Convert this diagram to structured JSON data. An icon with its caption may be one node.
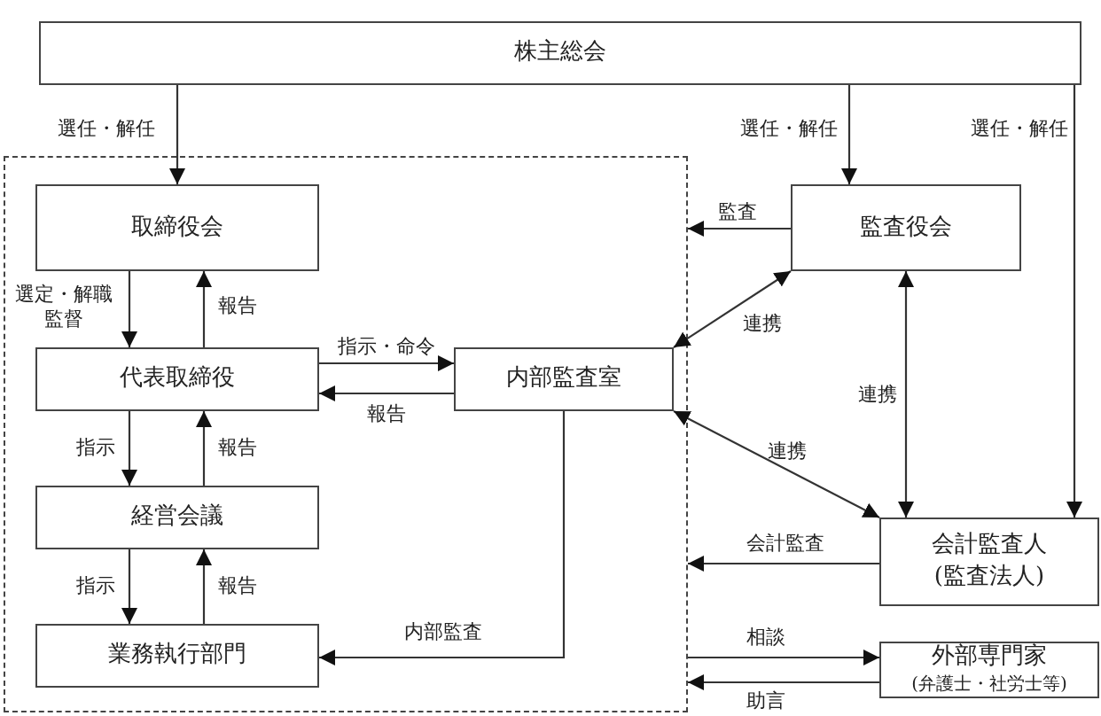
{
  "diagram": {
    "nodes": [
      {
        "text": [
          "株主総会"
        ]
      },
      {
        "text": [],
        "shape": "box"
      },
      {
        "text": [
          "取締役会"
        ],
        "in": 1
      },
      {
        "text": [
          "代表取締役"
        ],
        "in": 1
      },
      {
        "text": [
          "内部監査室"
        ],
        "in": 1
      },
      {
        "text": [
          "経営会議"
        ],
        "in": 1
      },
      {
        "text": [
          "業務執行部門"
        ],
        "in": 1
      },
      {
        "text": [
          "監査役会"
        ]
      },
      {
        "text": [
          "会計監査人",
          "(監査法人)"
        ]
      },
      {
        "text": [
          "外部専門家",
          "(弁護士・社労士等)"
        ]
      }
    ],
    "edges": [
      {
        "from": 0,
        "to": 2,
        "arrow": "to",
        "label": "選任・解任"
      },
      {
        "from": 0,
        "to": 7,
        "arrow": "to",
        "label": "選任・解任"
      },
      {
        "from": 0,
        "to": 8,
        "arrow": "to",
        "label": "選任・解任"
      },
      {
        "from": 2,
        "to": 3,
        "arrow": "to",
        "label": "選定・解職監督"
      },
      {
        "from": 3,
        "to": 2,
        "arrow": "to",
        "label": "報告"
      },
      {
        "from": 3,
        "to": 4,
        "arrow": "to",
        "label": "指示・命令"
      },
      {
        "from": 4,
        "to": 3,
        "arrow": "to",
        "label": "報告"
      },
      {
        "from": 3,
        "to": 5,
        "arrow": "to",
        "label": "指示"
      },
      {
        "from": 5,
        "to": 3,
        "arrow": "to",
        "label": "報告"
      },
      {
        "from": 5,
        "to": 6,
        "arrow": "to",
        "label": "指示"
      },
      {
        "from": 6,
        "to": 5,
        "arrow": "to",
        "label": "報告"
      },
      {
        "from": 4,
        "to": 6,
        "arrow": "to",
        "label": "内部監査"
      },
      {
        "from": 7,
        "to": 1,
        "arrow": "to",
        "label": "監査"
      },
      {
        "from": 7,
        "to": 4,
        "arrow": "both",
        "label": "連携"
      },
      {
        "from": 7,
        "to": 8,
        "arrow": "both",
        "label": "連携"
      },
      {
        "from": 4,
        "to": 8,
        "arrow": "both",
        "label": "連携"
      },
      {
        "from": 8,
        "to": 1,
        "arrow": "to",
        "label": "会計監査"
      },
      {
        "from": 1,
        "to": 9,
        "arrow": "to",
        "label": "相談"
      },
      {
        "from": 9,
        "to": 1,
        "arrow": "to",
        "label": "助言"
      }
    ]
  }
}
